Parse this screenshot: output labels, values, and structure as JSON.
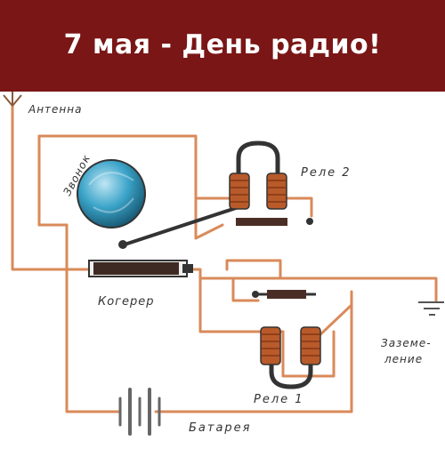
{
  "banner": {
    "title": "7 мая - День радио!"
  },
  "labels": {
    "antenna": "Антенна",
    "bell": "Звонок",
    "relay2": "Реле 2",
    "coherer": "Когерер",
    "ground_line1": "Заземе-",
    "ground_line2": "ление",
    "relay1": "Реле 1",
    "battery": "Батарея"
  },
  "colors": {
    "banner": "#7a1616",
    "wire": "#d98a5a",
    "coil": "#b85a2a",
    "bell": "#2f9fc4",
    "bar": "#4a2e26"
  }
}
